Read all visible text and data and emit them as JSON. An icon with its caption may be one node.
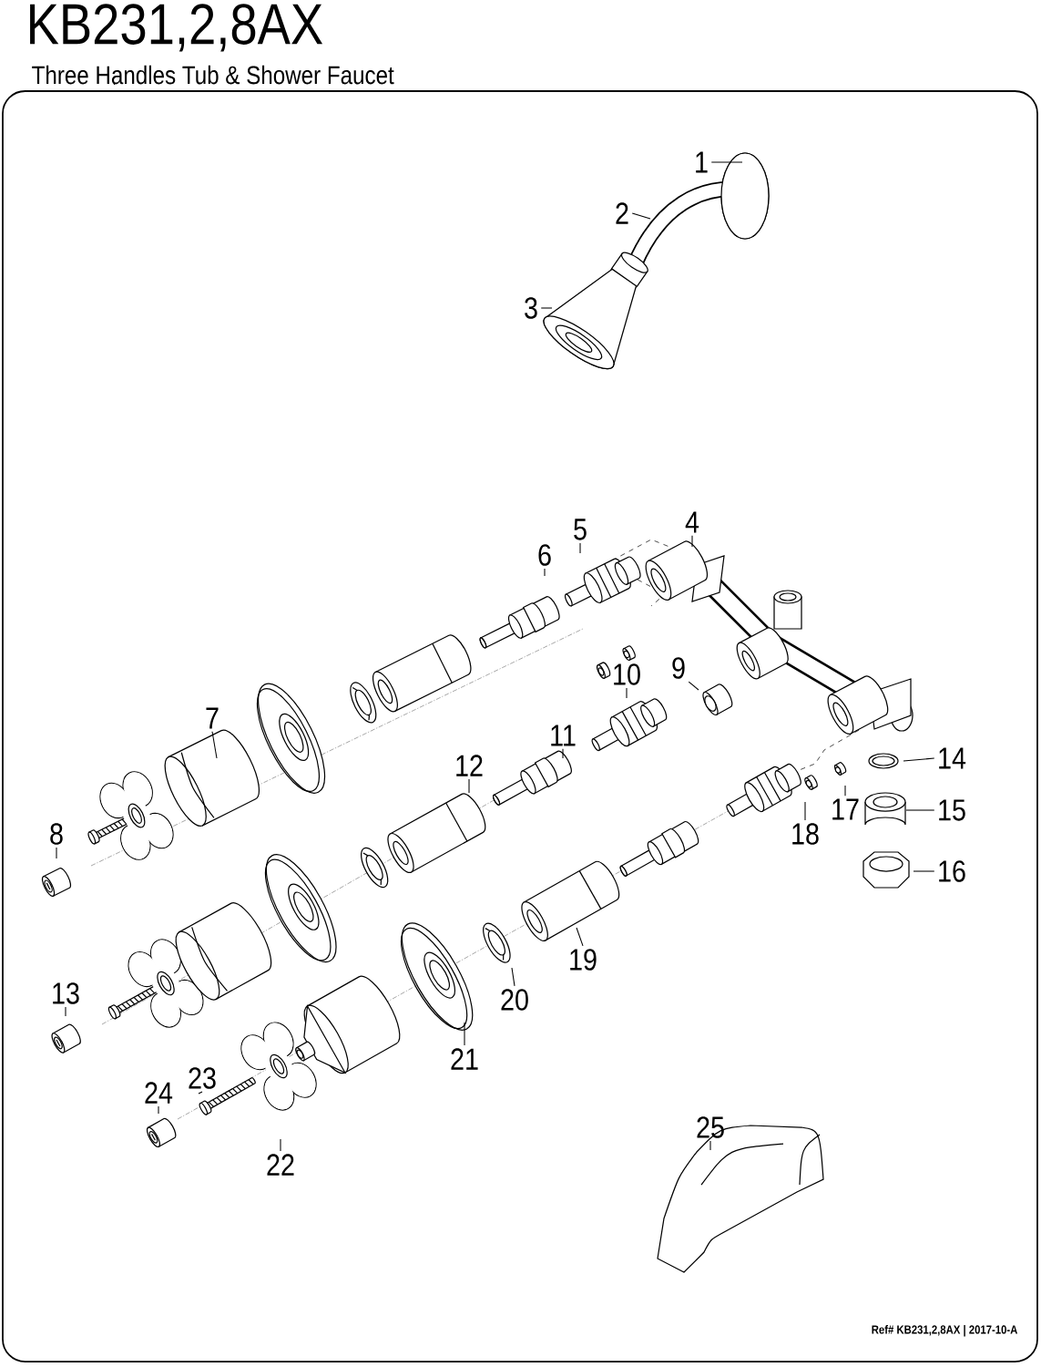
{
  "diagram": {
    "title": "KB231,2,8AX",
    "nodes": [
      {
        "text": [
          "1"
        ]
      },
      {
        "text": [
          "2"
        ]
      },
      {
        "text": [
          "3"
        ]
      },
      {
        "text": [
          "4"
        ]
      },
      {
        "text": [
          "5"
        ]
      },
      {
        "text": [
          "6"
        ]
      },
      {
        "text": [
          "7"
        ]
      },
      {
        "text": [
          "8"
        ]
      },
      {
        "text": [
          "9"
        ]
      },
      {
        "text": [
          "10"
        ]
      },
      {
        "text": [
          "11"
        ]
      },
      {
        "text": [
          "12"
        ]
      },
      {
        "text": [
          "13"
        ]
      },
      {
        "text": [
          "14"
        ]
      },
      {
        "text": [
          "15"
        ]
      },
      {
        "text": [
          "16"
        ]
      },
      {
        "text": [
          "17"
        ]
      },
      {
        "text": [
          "18"
        ]
      },
      {
        "text": [
          "19"
        ]
      },
      {
        "text": [
          "20"
        ]
      },
      {
        "text": [
          "21"
        ]
      },
      {
        "text": [
          "22"
        ]
      },
      {
        "text": [
          "23"
        ]
      },
      {
        "text": [
          "24"
        ]
      },
      {
        "text": [
          "25"
        ]
      }
    ],
    "edges": [
      {
        "from": 0,
        "to": null,
        "arrow": "none"
      },
      {
        "from": 1,
        "to": null,
        "arrow": "none"
      },
      {
        "from": 2,
        "to": null,
        "arrow": "none"
      },
      {
        "from": 3,
        "to": null,
        "arrow": "none"
      },
      {
        "from": 4,
        "to": null,
        "arrow": "none"
      },
      {
        "from": 5,
        "to": null,
        "arrow": "none"
      },
      {
        "from": 6,
        "to": null,
        "arrow": "none"
      },
      {
        "from": 7,
        "to": null,
        "arrow": "none"
      },
      {
        "from": 8,
        "to": null,
        "arrow": "none"
      },
      {
        "from": 9,
        "to": null,
        "arrow": "none"
      },
      {
        "from": 10,
        "to": null,
        "arrow": "none"
      },
      {
        "from": 11,
        "to": null,
        "arrow": "none"
      },
      {
        "from": 12,
        "to": null,
        "arrow": "none"
      },
      {
        "from": 13,
        "to": null,
        "arrow": "none"
      },
      {
        "from": 14,
        "to": null,
        "arrow": "none"
      },
      {
        "from": 15,
        "to": null,
        "arrow": "none"
      },
      {
        "from": 16,
        "to": null,
        "arrow": "none"
      },
      {
        "from": 17,
        "to": null,
        "arrow": "none"
      },
      {
        "from": 18,
        "to": null,
        "arrow": "none"
      },
      {
        "from": 19,
        "to": null,
        "arrow": "none"
      },
      {
        "from": 20,
        "to": null,
        "arrow": "none"
      },
      {
        "from": 21,
        "to": null,
        "arrow": "none"
      },
      {
        "from": 22,
        "to": null,
        "arrow": "none"
      },
      {
        "from": 23,
        "to": null,
        "arrow": "none"
      },
      {
        "from": 24,
        "to": null,
        "arrow": "none"
      }
    ],
    "labels": [
      "Three Handles Tub & Shower Faucet",
      "Ref# KB231,2,8AX | 2017-10-A"
    ]
  }
}
